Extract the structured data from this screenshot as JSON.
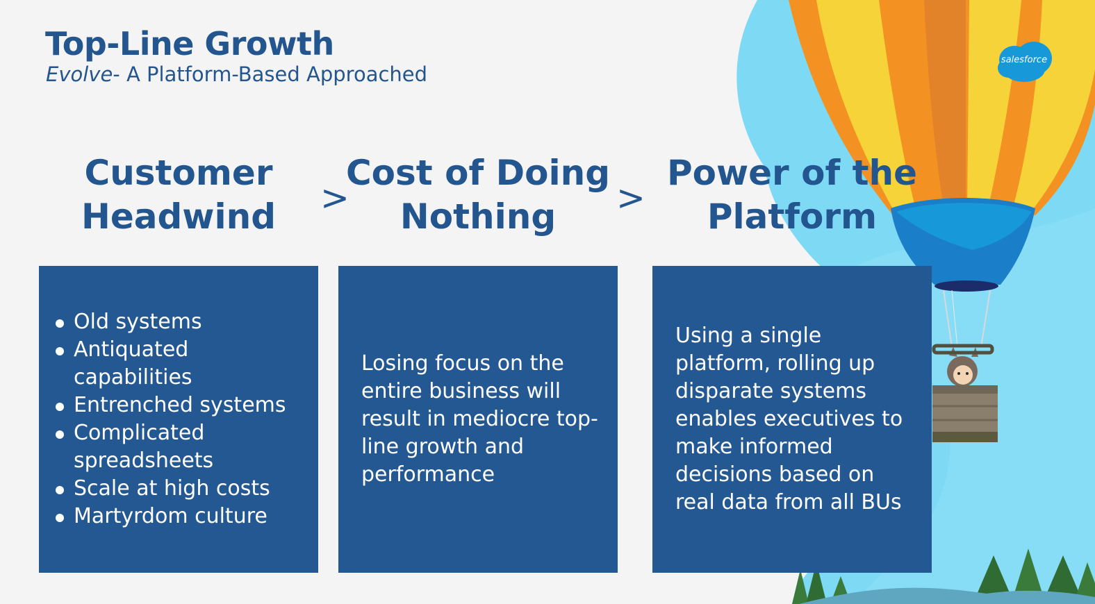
{
  "slide": {
    "title": "Top-Line Growth",
    "subtitle_italic": "Evolve",
    "subtitle_rest": "- A Platform-Based Approached"
  },
  "logo": {
    "text": "salesforce"
  },
  "separator": ">",
  "columns": [
    {
      "heading_line1": "Customer",
      "heading_line2": "Headwind",
      "bullets": [
        "Old systems",
        "Antiquated capabilities",
        "Entrenched systems",
        "Complicated spreadsheets",
        "Scale at high costs",
        "Martyrdom culture"
      ]
    },
    {
      "heading_line1": "Cost of Doing",
      "heading_line2": "Nothing",
      "body": "Losing focus on the entire business will result in mediocre top-line growth and performance"
    },
    {
      "heading_line1": "Power of the",
      "heading_line2": "Platform",
      "body": "Using a single platform, rolling up disparate systems enables executives to make informed decisions based on real data from all BUs"
    }
  ],
  "colors": {
    "background": "#f4f4f4",
    "brand_blue": "#23558f",
    "card_blue": "#245892",
    "sky": "#7dd9f4",
    "balloon_orange": "#f39223",
    "balloon_yellow": "#f7d33a",
    "salesforce_blue": "#1798d8"
  },
  "icons": [
    "salesforce-logo-icon",
    "hot-air-balloon-illustration",
    "astro-mascot-illustration",
    "pine-trees-illustration"
  ]
}
